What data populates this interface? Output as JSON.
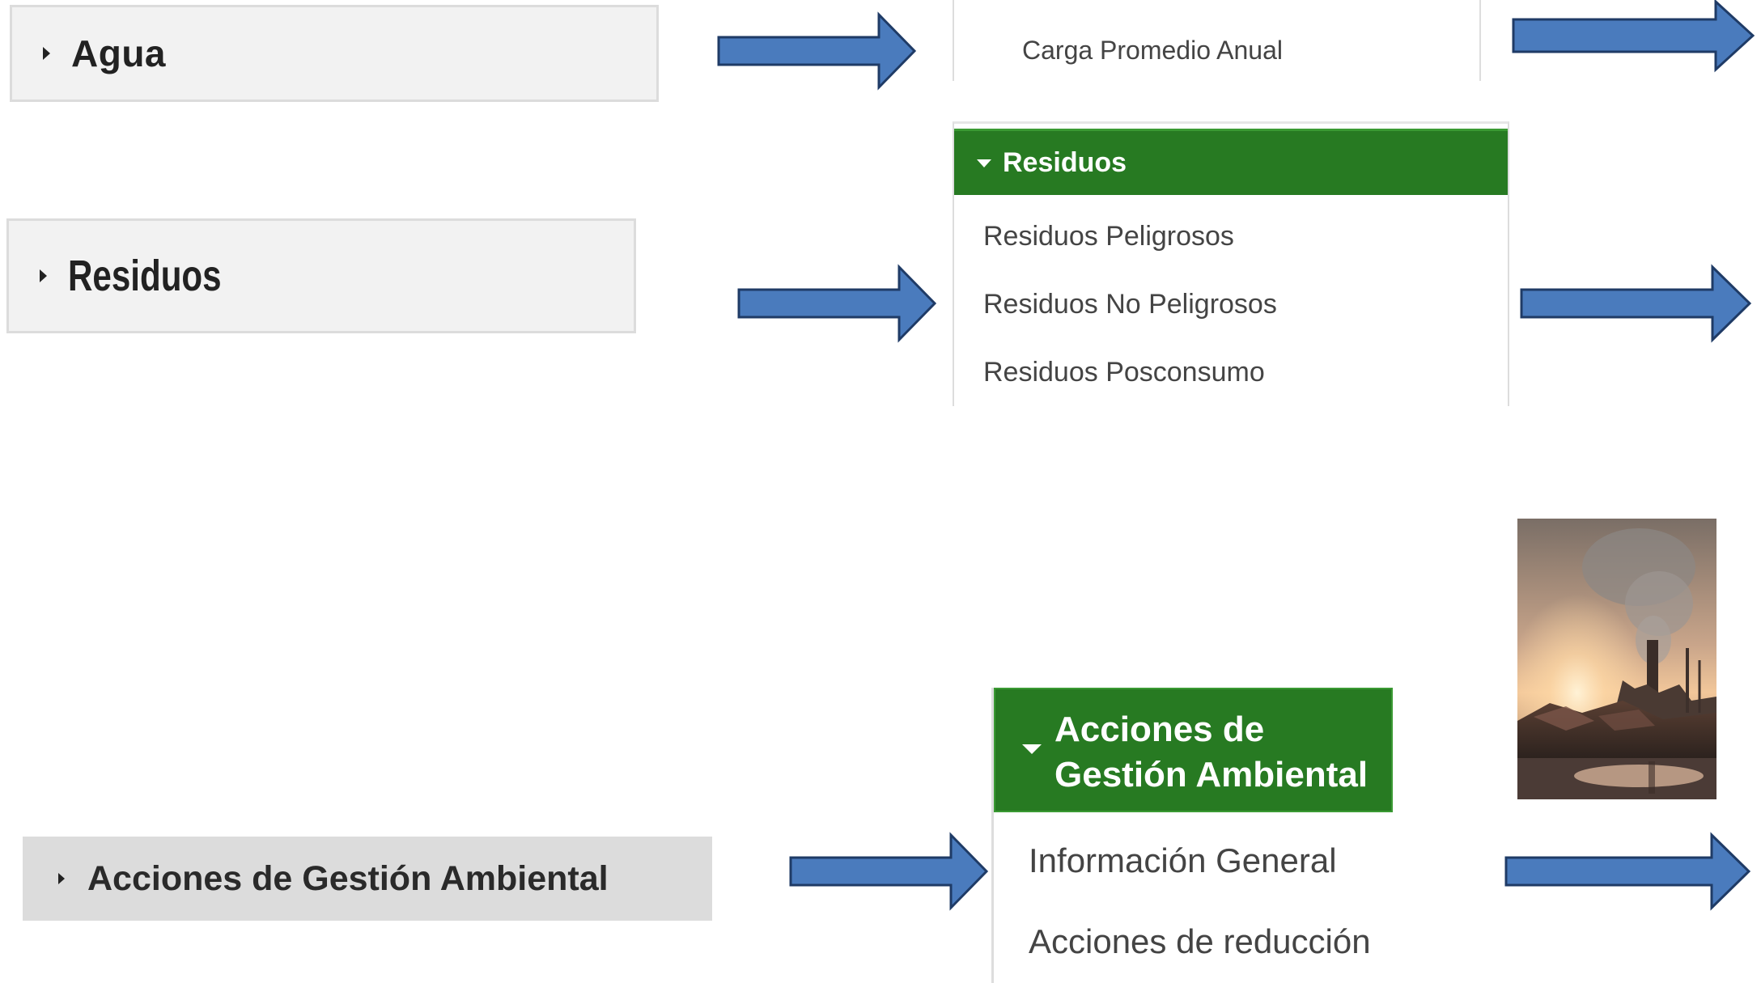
{
  "left_headers": {
    "agua": "Agua",
    "residuos": "Residuos",
    "acciones": "Acciones de Gestión Ambiental"
  },
  "agua_panel": {
    "items": [
      "Carga Promedio Anual"
    ]
  },
  "residuos_panel": {
    "header": "Residuos",
    "items": [
      "Residuos Peligrosos",
      "Residuos No Peligrosos",
      "Residuos Posconsumo"
    ]
  },
  "acciones_panel": {
    "header": "Acciones de Gestión Ambiental",
    "items": [
      "Información General",
      "Acciones de reducción"
    ]
  },
  "colors": {
    "panel_header_green": "#277a22",
    "arrow_fill": "#4a7bbd",
    "arrow_stroke": "#1f3b66",
    "collapsed_bg": "#f2f2f2"
  },
  "icons": [
    "caret-right-icon",
    "caret-down-icon",
    "arrow-right-icon"
  ]
}
